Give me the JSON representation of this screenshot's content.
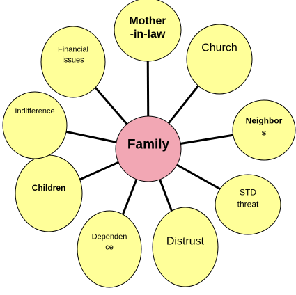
{
  "colors": {
    "background": "#ffffff",
    "center_fill": "#f2a7b4",
    "node_fill": "#ffff99",
    "outline": "#000000",
    "connector": "#000000"
  },
  "center": {
    "lines": [
      "Family"
    ]
  },
  "nodes": [
    {
      "id": "mother-in-law",
      "lines": [
        "Mother",
        "-in-law"
      ],
      "weight": "bold"
    },
    {
      "id": "church",
      "lines": [
        "Church"
      ],
      "weight": "normal"
    },
    {
      "id": "neighbors",
      "lines": [
        "Neighbor",
        "s"
      ],
      "weight": "bold"
    },
    {
      "id": "std-threat",
      "lines": [
        "STD",
        "threat"
      ],
      "weight": "normal"
    },
    {
      "id": "distrust",
      "lines": [
        "Distrust"
      ],
      "weight": "normal"
    },
    {
      "id": "dependence",
      "lines": [
        "Dependen",
        "ce"
      ],
      "weight": "normal"
    },
    {
      "id": "children",
      "lines": [
        "Children"
      ],
      "weight": "bold"
    },
    {
      "id": "indifference",
      "lines": [
        "Indifference"
      ],
      "weight": "normal"
    },
    {
      "id": "financial-issues",
      "lines": [
        "Financial",
        "issues"
      ],
      "weight": "normal"
    }
  ]
}
